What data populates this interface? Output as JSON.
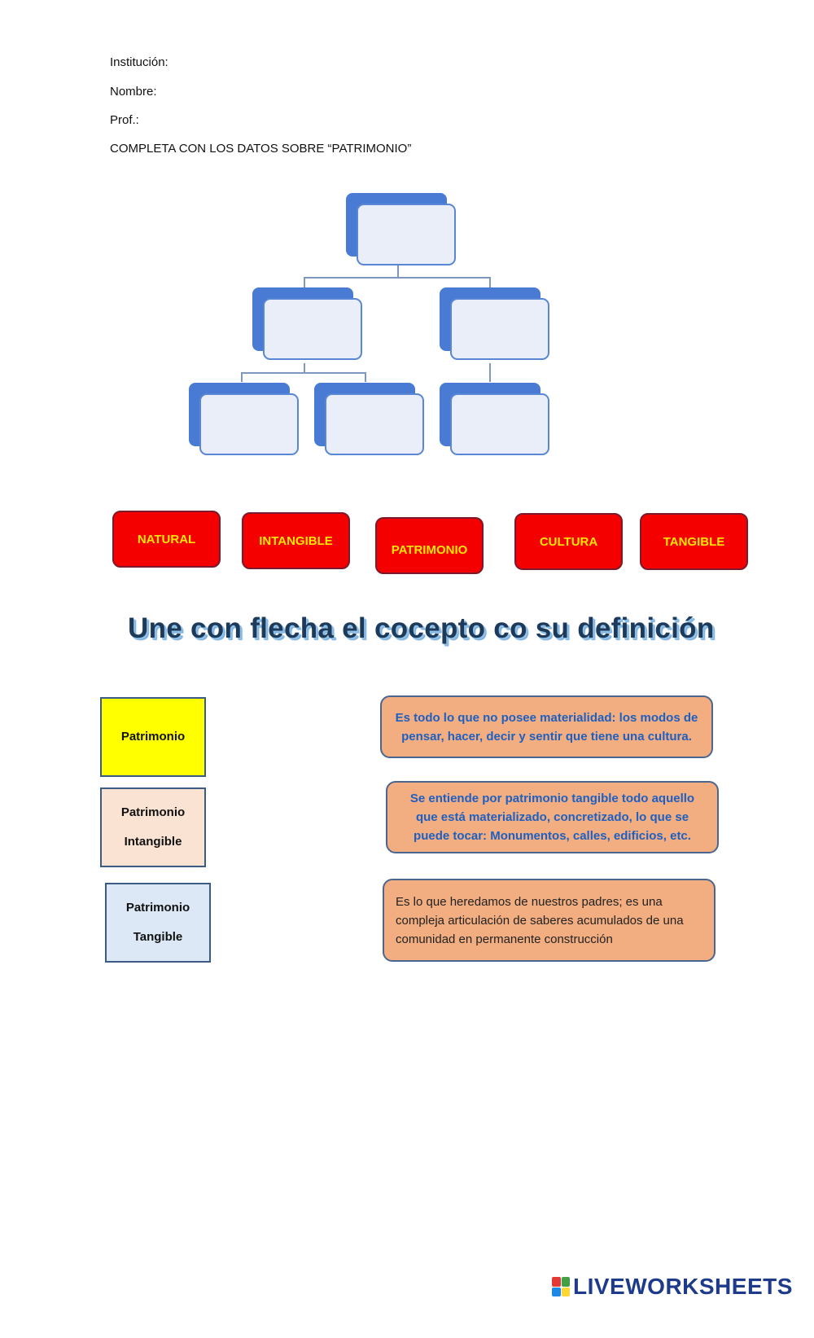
{
  "header": {
    "institucion": "Institución:",
    "nombre": "Nombre:",
    "prof": "Prof.:",
    "instruccion": "COMPLETA CON LOS DATOS SOBRE “PATRIMONIO”"
  },
  "word_bank": [
    "NATURAL",
    "INTANGIBLE",
    "PATRIMONIO",
    "CULTURA",
    "TANGIBLE"
  ],
  "matching": {
    "title": "Une con flecha el cocepto co su definición",
    "concepts": [
      {
        "line1": "Patrimonio",
        "line2": "",
        "color": "#ffff00"
      },
      {
        "line1": "Patrimonio",
        "line2": "Intangible",
        "color": "#fbe3d4"
      },
      {
        "line1": "Patrimonio",
        "line2": "Tangible",
        "color": "#dce8f6"
      }
    ],
    "definitions": [
      "Es todo lo que no posee materialidad: los modos de pensar, hacer, decir y sentir que tiene una cultura.",
      "Se entiende por patrimonio tangible todo aquello que está materializado, concretizado, lo que se puede tocar: Monumentos, calles, edificios, etc.",
      "Es lo que heredamos de nuestros padres; es una compleja articulación de saberes acumulados de una comunidad en permanente construcción"
    ]
  },
  "footer": {
    "logo_text": "LIVEWORKSHEETS",
    "logo_colors": [
      "#e53935",
      "#43a047",
      "#1e88e5",
      "#fdd835"
    ]
  }
}
